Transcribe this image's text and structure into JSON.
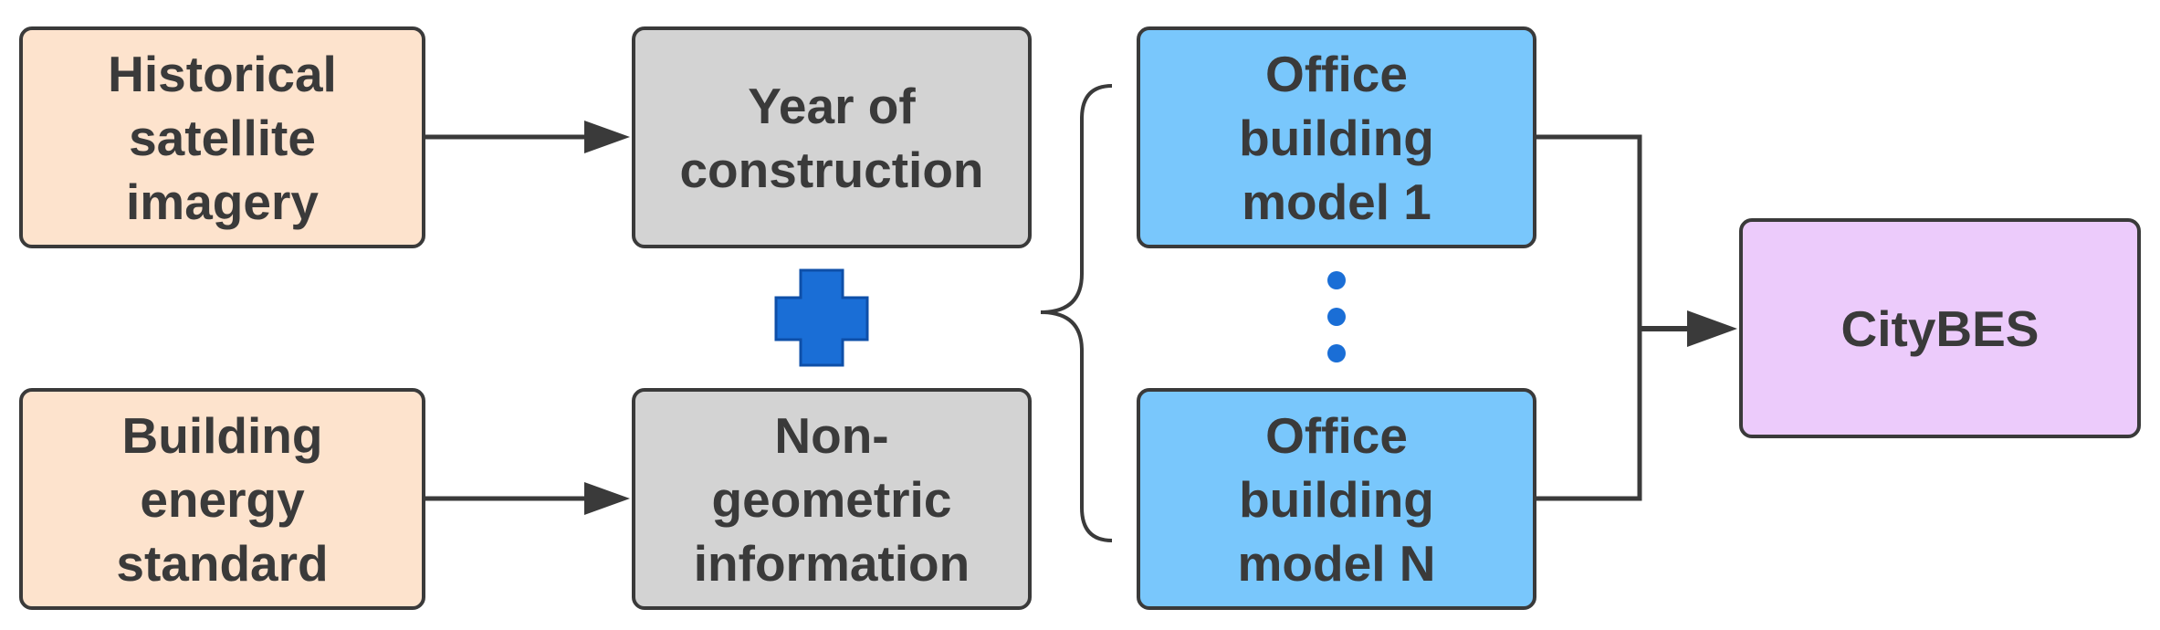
{
  "inputs": {
    "satellite": "Historical\nsatellite\nimagery",
    "standard": "Building\nenergy\nstandard"
  },
  "attributes": {
    "year": "Year of\nconstruction",
    "nongeo": "Non-\ngeometric\ninformation"
  },
  "models": {
    "first": "Office\nbuilding\nmodel 1",
    "last": "Office\nbuilding\nmodel N"
  },
  "target": {
    "label": "CityBES"
  },
  "colors": {
    "input_fill": "#fde3cd",
    "attribute_fill": "#d3d3d3",
    "model_fill": "#79c7fc",
    "target_fill": "#eccbfb",
    "plus_fill": "#1a6ed6",
    "ellipsis_dots": "#1a6ed6",
    "lines": "#3a3a3a"
  },
  "icons": {
    "combine": "plus-icon",
    "more_models": "vertical-ellipsis-icon",
    "group": "curly-brace"
  }
}
